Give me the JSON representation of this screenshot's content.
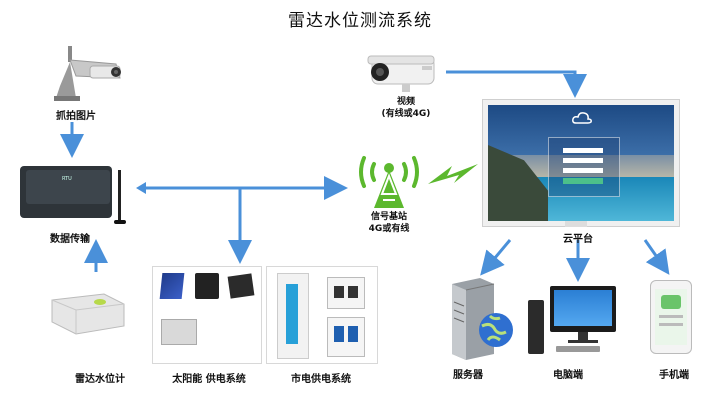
{
  "title": "雷达水位测流系统",
  "nodes": {
    "camera": "抓拍图片",
    "video_line1": "视频",
    "video_line2": "(有线或4G)",
    "transmission": "数据传输",
    "radar": "雷达水位计",
    "tower_line1": "信号基站",
    "tower_line2": "4G或有线",
    "cloud": "云平台",
    "solar": "太阳能 供电系统",
    "mains": "市电供电系统",
    "server": "服务器",
    "pc": "电脑端",
    "mobile": "手机端"
  },
  "colors": {
    "arrow": "#4a90d9",
    "tower_green": "#5cb82e",
    "panel_border": "#d8d8d8"
  }
}
